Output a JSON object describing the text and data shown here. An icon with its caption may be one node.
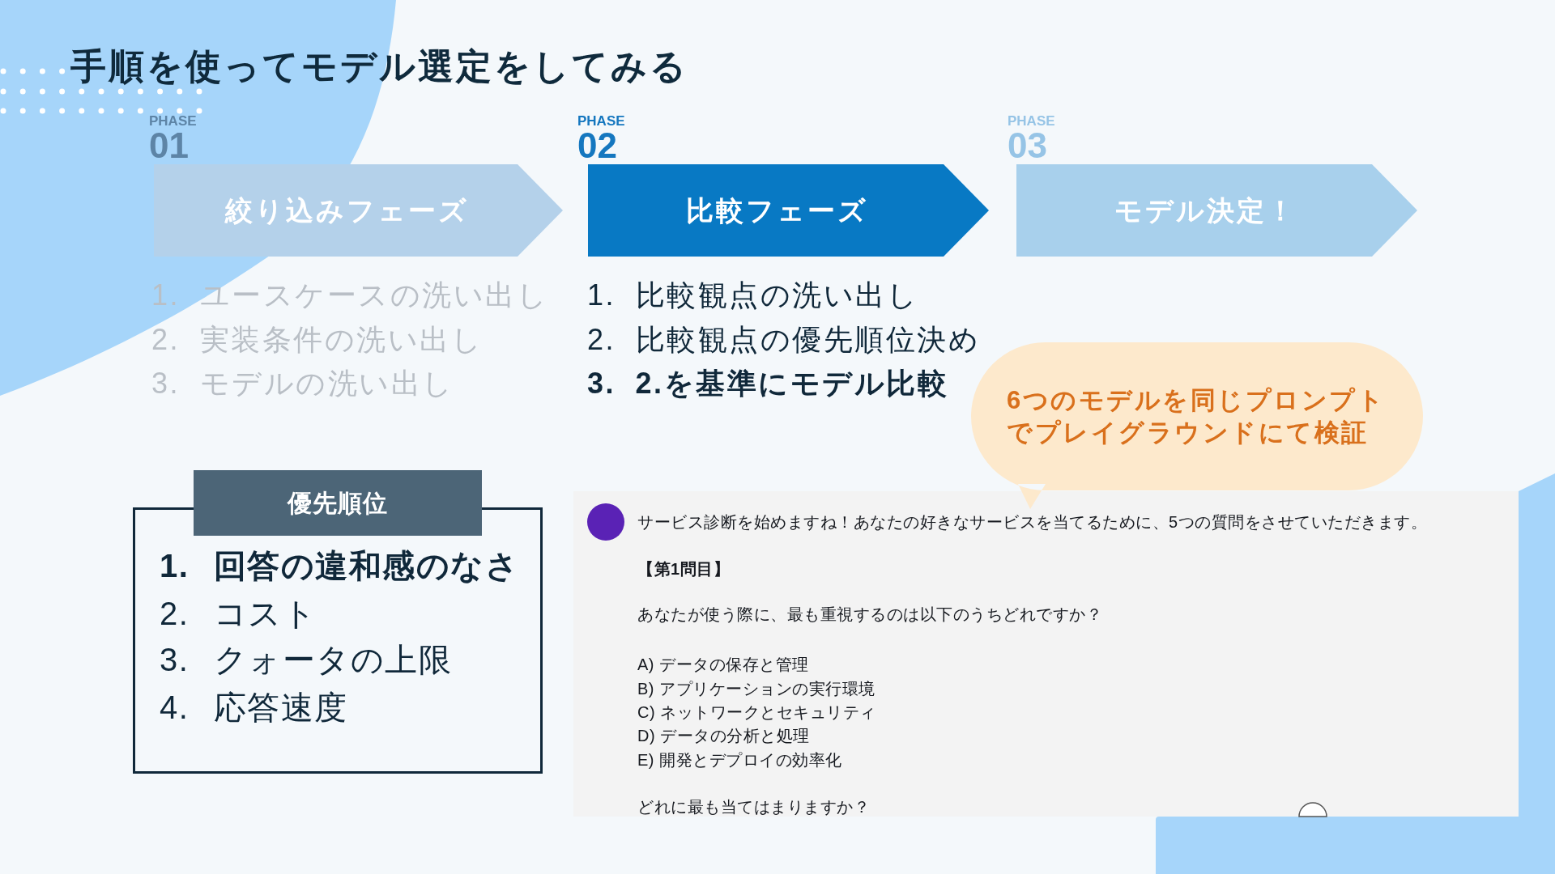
{
  "diagram": {
    "title": "手順を使ってモデル選定をしてみる",
    "nodes": [
      {
        "text": [
          "絞り込みフェーズ"
        ],
        "beside": [
          "PHASE",
          "01"
        ]
      },
      {
        "text": [
          "比較フェーズ"
        ],
        "beside": [
          "PHASE",
          "02"
        ]
      },
      {
        "text": [
          "モデル決定！"
        ],
        "beside": [
          "PHASE",
          "03"
        ]
      },
      {
        "text": [
          "6つのモデルを同じプロンプトでプレイグラウンドにて検証"
        ]
      },
      {
        "text": [
          "優先順位"
        ]
      },
      {
        "text": [
          "1. 回答の違和感のなさ",
          "2. コスト",
          "3. クォータの上限",
          "4. 応答速度"
        ]
      },
      {
        "text": [
          "サービス診断を始めますね！あなたの好きなサービスを当てるために、5つの質問をさせていただきます。",
          "【第1問目】",
          "あなたが使う際に、最も重視するのは以下のうちどれですか？",
          "A) データの保存と管理",
          "B) アプリケーションの実行環境",
          "C) ネットワークとセキュリティ",
          "D) データの分析と処理",
          "E) 開発とデプロイの効率化",
          "どれに最も当てはまりますか？"
        ]
      }
    ],
    "labels": [
      "1. ユースケースの洗い出し",
      "2. 実装条件の洗い出し",
      "3. モデルの洗い出し",
      "1. 比較観点の洗い出し",
      "2. 比較観点の優先順位決め",
      "3. 2.を基準にモデル比較"
    ]
  }
}
